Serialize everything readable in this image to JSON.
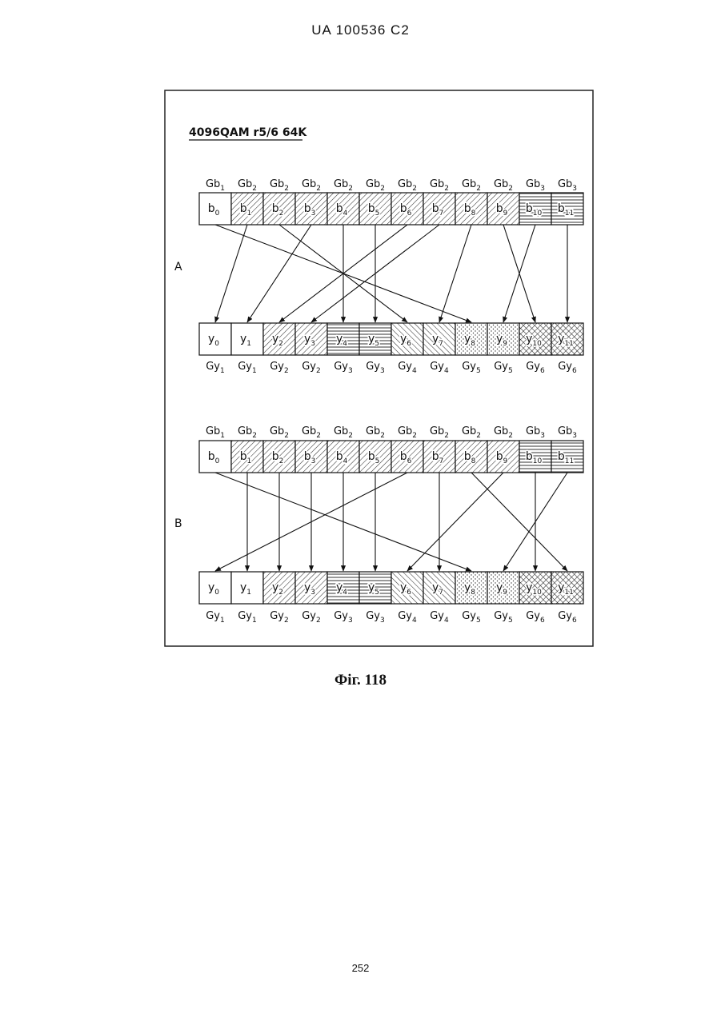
{
  "header": "UA   100536   C2",
  "figure": {
    "title": "4096QAM r5/6 64K",
    "panels": [
      {
        "label": "A",
        "top_groups": [
          [
            "Gb",
            "1"
          ],
          [
            "Gb",
            "2"
          ],
          [
            "Gb",
            "2"
          ],
          [
            "Gb",
            "2"
          ],
          [
            "Gb",
            "2"
          ],
          [
            "Gb",
            "2"
          ],
          [
            "Gb",
            "2"
          ],
          [
            "Gb",
            "2"
          ],
          [
            "Gb",
            "2"
          ],
          [
            "Gb",
            "2"
          ],
          [
            "Gb",
            "3"
          ],
          [
            "Gb",
            "3"
          ]
        ],
        "top_cells": [
          [
            "b",
            "0"
          ],
          [
            "b",
            "1"
          ],
          [
            "b",
            "2"
          ],
          [
            "b",
            "3"
          ],
          [
            "b",
            "4"
          ],
          [
            "b",
            "5"
          ],
          [
            "b",
            "6"
          ],
          [
            "b",
            "7"
          ],
          [
            "b",
            "8"
          ],
          [
            "b",
            "9"
          ],
          [
            "b",
            "10"
          ],
          [
            "b",
            "11"
          ]
        ],
        "bottom_cells": [
          [
            "y",
            "0"
          ],
          [
            "y",
            "1"
          ],
          [
            "y",
            "2"
          ],
          [
            "y",
            "3"
          ],
          [
            "y",
            "4"
          ],
          [
            "y",
            "5"
          ],
          [
            "y",
            "6"
          ],
          [
            "y",
            "7"
          ],
          [
            "y",
            "8"
          ],
          [
            "y",
            "9"
          ],
          [
            "y",
            "10"
          ],
          [
            "y",
            "11"
          ]
        ],
        "bottom_groups": [
          [
            "Gy",
            "1"
          ],
          [
            "Gy",
            "1"
          ],
          [
            "Gy",
            "2"
          ],
          [
            "Gy",
            "2"
          ],
          [
            "Gy",
            "3"
          ],
          [
            "Gy",
            "3"
          ],
          [
            "Gy",
            "4"
          ],
          [
            "Gy",
            "4"
          ],
          [
            "Gy",
            "5"
          ],
          [
            "Gy",
            "5"
          ],
          [
            "Gy",
            "6"
          ],
          [
            "Gy",
            "6"
          ]
        ],
        "mapping": [
          8,
          0,
          6,
          1,
          4,
          5,
          2,
          3,
          7,
          10,
          9,
          11
        ]
      },
      {
        "label": "B",
        "top_groups": [
          [
            "Gb",
            "1"
          ],
          [
            "Gb",
            "2"
          ],
          [
            "Gb",
            "2"
          ],
          [
            "Gb",
            "2"
          ],
          [
            "Gb",
            "2"
          ],
          [
            "Gb",
            "2"
          ],
          [
            "Gb",
            "2"
          ],
          [
            "Gb",
            "2"
          ],
          [
            "Gb",
            "2"
          ],
          [
            "Gb",
            "2"
          ],
          [
            "Gb",
            "3"
          ],
          [
            "Gb",
            "3"
          ]
        ],
        "top_cells": [
          [
            "b",
            "0"
          ],
          [
            "b",
            "1"
          ],
          [
            "b",
            "2"
          ],
          [
            "b",
            "3"
          ],
          [
            "b",
            "4"
          ],
          [
            "b",
            "5"
          ],
          [
            "b",
            "6"
          ],
          [
            "b",
            "7"
          ],
          [
            "b",
            "8"
          ],
          [
            "b",
            "9"
          ],
          [
            "b",
            "10"
          ],
          [
            "b",
            "11"
          ]
        ],
        "bottom_cells": [
          [
            "y",
            "0"
          ],
          [
            "y",
            "1"
          ],
          [
            "y",
            "2"
          ],
          [
            "y",
            "3"
          ],
          [
            "y",
            "4"
          ],
          [
            "y",
            "5"
          ],
          [
            "y",
            "6"
          ],
          [
            "y",
            "7"
          ],
          [
            "y",
            "8"
          ],
          [
            "y",
            "9"
          ],
          [
            "y",
            "10"
          ],
          [
            "y",
            "11"
          ]
        ],
        "bottom_groups": [
          [
            "Gy",
            "1"
          ],
          [
            "Gy",
            "1"
          ],
          [
            "Gy",
            "2"
          ],
          [
            "Gy",
            "2"
          ],
          [
            "Gy",
            "3"
          ],
          [
            "Gy",
            "3"
          ],
          [
            "Gy",
            "4"
          ],
          [
            "Gy",
            "4"
          ],
          [
            "Gy",
            "5"
          ],
          [
            "Gy",
            "5"
          ],
          [
            "Gy",
            "6"
          ],
          [
            "Gy",
            "6"
          ]
        ],
        "mapping": [
          8,
          1,
          2,
          3,
          4,
          5,
          0,
          7,
          11,
          6,
          10,
          9
        ]
      }
    ],
    "top_patterns": [
      "white",
      "diag",
      "diag",
      "diag",
      "diag",
      "diag",
      "diag",
      "diag",
      "diag",
      "diag",
      "horiz",
      "horiz"
    ],
    "bottom_patterns": [
      "white",
      "white",
      "diag",
      "diag",
      "horiz",
      "horiz",
      "rdiag",
      "rdiag",
      "dots",
      "dots",
      "cross",
      "cross"
    ]
  },
  "caption": "Фіг. 118",
  "page_number": "252"
}
